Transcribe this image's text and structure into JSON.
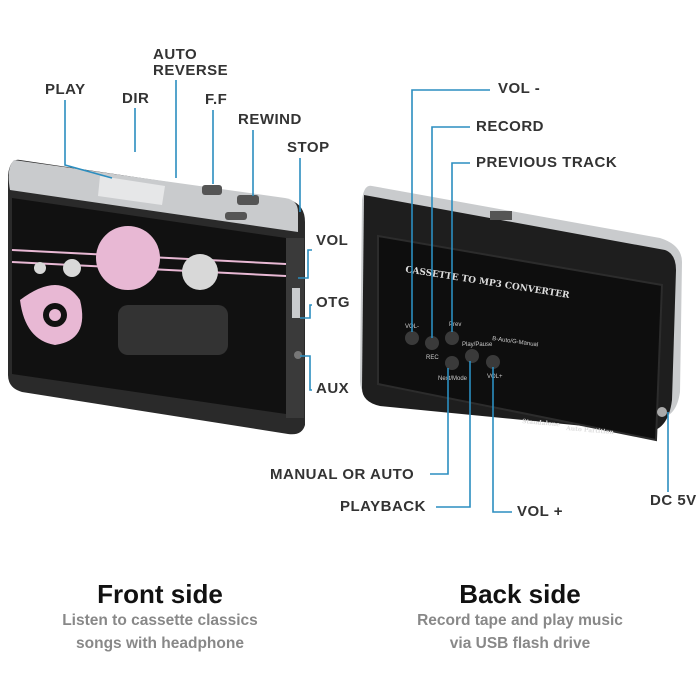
{
  "callouts_front": {
    "play": "PLAY",
    "dir": "DIR",
    "auto_reverse_1": "AUTO",
    "auto_reverse_2": "REVERSE",
    "ff": "F.F",
    "rewind": "REWIND",
    "stop": "STOP",
    "vol": "VOL",
    "otg": "OTG",
    "aux": "AUX"
  },
  "callouts_back": {
    "vol_minus": "VOL -",
    "record": "RECORD",
    "previous_track": "PREVIOUS TRACK",
    "manual_or_auto": "MANUAL OR AUTO",
    "playback": "PLAYBACK",
    "vol_plus": "VOL +",
    "dc5v": "DC 5V"
  },
  "device_back": {
    "title": "CASSETTE TO MP3 CONVERTER",
    "vol_minus": "VOL-",
    "rec": "REC",
    "prev": "Prev",
    "play_pause": "Play/Pause",
    "next_mode": "Next/Mode",
    "vol_plus": "VOL+",
    "mode_hint": "B-Auto/G-Manual",
    "standalone": "Standalone",
    "auto_partition": "Auto Partition"
  },
  "captions": {
    "front_title": "Front side",
    "front_line1": "Listen to cassette classics",
    "front_line2": "songs with headphone",
    "back_title": "Back side",
    "back_line1": "Record tape and play music",
    "back_line2": "via USB flash drive"
  },
  "colors": {
    "callout_line": "#2b8ec0",
    "device_body": "#1c1c1c",
    "silver": "#c9cbcd",
    "accent_pink": "#e8b8d4"
  }
}
